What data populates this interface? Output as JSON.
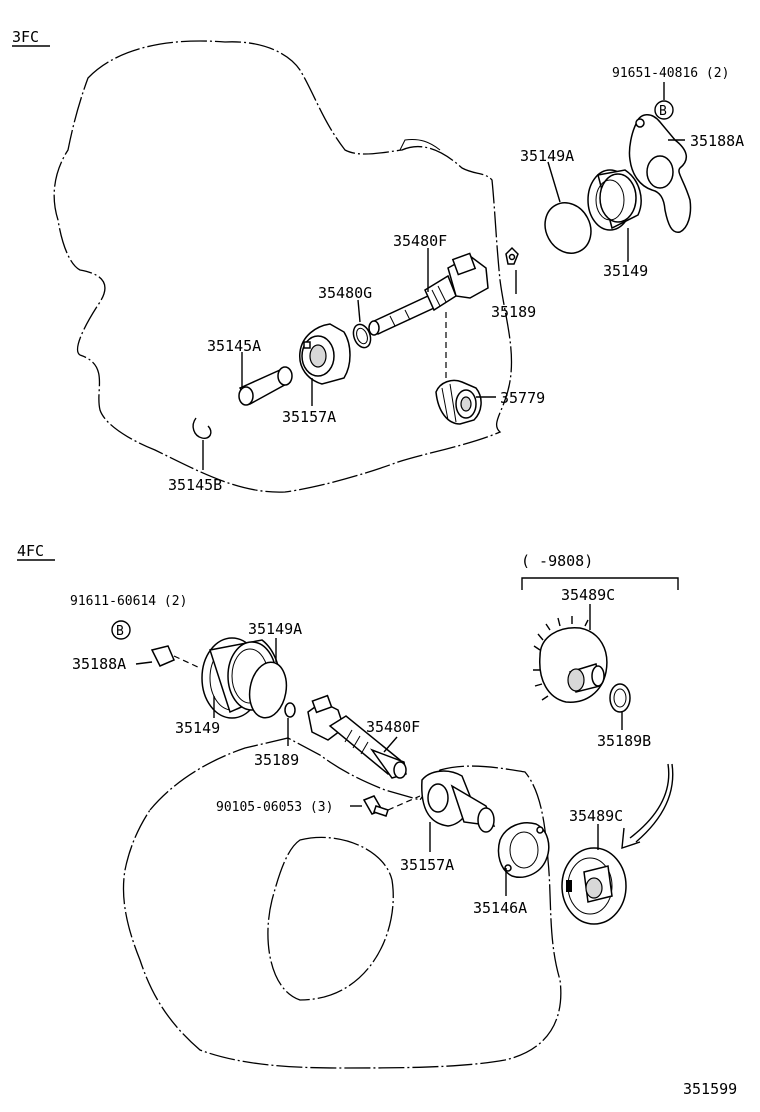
{
  "sections": {
    "upper": "3FC",
    "lower": "4FC"
  },
  "upper_labels": {
    "bolt_91651": "91651-40816 (2)",
    "bolt_marker": "B",
    "p_35188A": "35188A",
    "p_35149A": "35149A",
    "p_35149": "35149",
    "p_35480F": "35480F",
    "p_35189": "35189",
    "p_35480G": "35480G",
    "p_35145A": "35145A",
    "p_35157A": "35157A",
    "p_35779": "35779",
    "p_35145B": "35145B"
  },
  "lower_labels": {
    "date_range": "(     -9808)",
    "p_35489C_top": "35489C",
    "p_35189B": "35189B",
    "bolt_91611": "91611-60614 (2)",
    "bolt_marker": "B",
    "p_35149A": "35149A",
    "p_35188A": "35188A",
    "p_35149": "35149",
    "p_35189": "35189",
    "p_35480F": "35480F",
    "bolt_90105": "90105-06053 (3)",
    "p_35157A": "35157A",
    "p_35146A": "35146A",
    "p_35489C_bottom": "35489C"
  },
  "diagram_number": "351599"
}
